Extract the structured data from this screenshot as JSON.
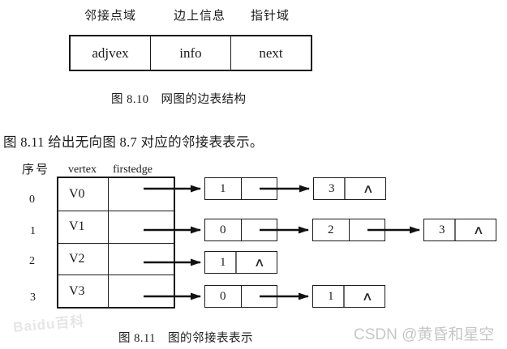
{
  "figure_810": {
    "field_labels": [
      "邻接点域",
      "边上信息",
      "指针域"
    ],
    "cells": [
      "adjvex",
      "info",
      "next"
    ],
    "caption": "图 8.10　网图的边表结构"
  },
  "intro_text": "图 8.11 给出无向图 8.7 对应的邻接表表示。",
  "figure_811": {
    "headers": {
      "index": "序号",
      "vertex": "vertex",
      "firstedge": "firstedge"
    },
    "rows": [
      {
        "index": "0",
        "vertex": "V0",
        "edges": [
          "1",
          "3"
        ]
      },
      {
        "index": "1",
        "vertex": "V1",
        "edges": [
          "0",
          "2",
          "3"
        ]
      },
      {
        "index": "2",
        "vertex": "V2",
        "edges": [
          "1"
        ]
      },
      {
        "index": "3",
        "vertex": "V3",
        "edges": [
          "0",
          "1"
        ]
      }
    ],
    "null_symbol": "∧",
    "caption": "图 8.11　图的邻接表表示"
  },
  "watermarks": {
    "baidu": "Baidu百科",
    "csdn": "CSDN @黄昏和星空"
  }
}
